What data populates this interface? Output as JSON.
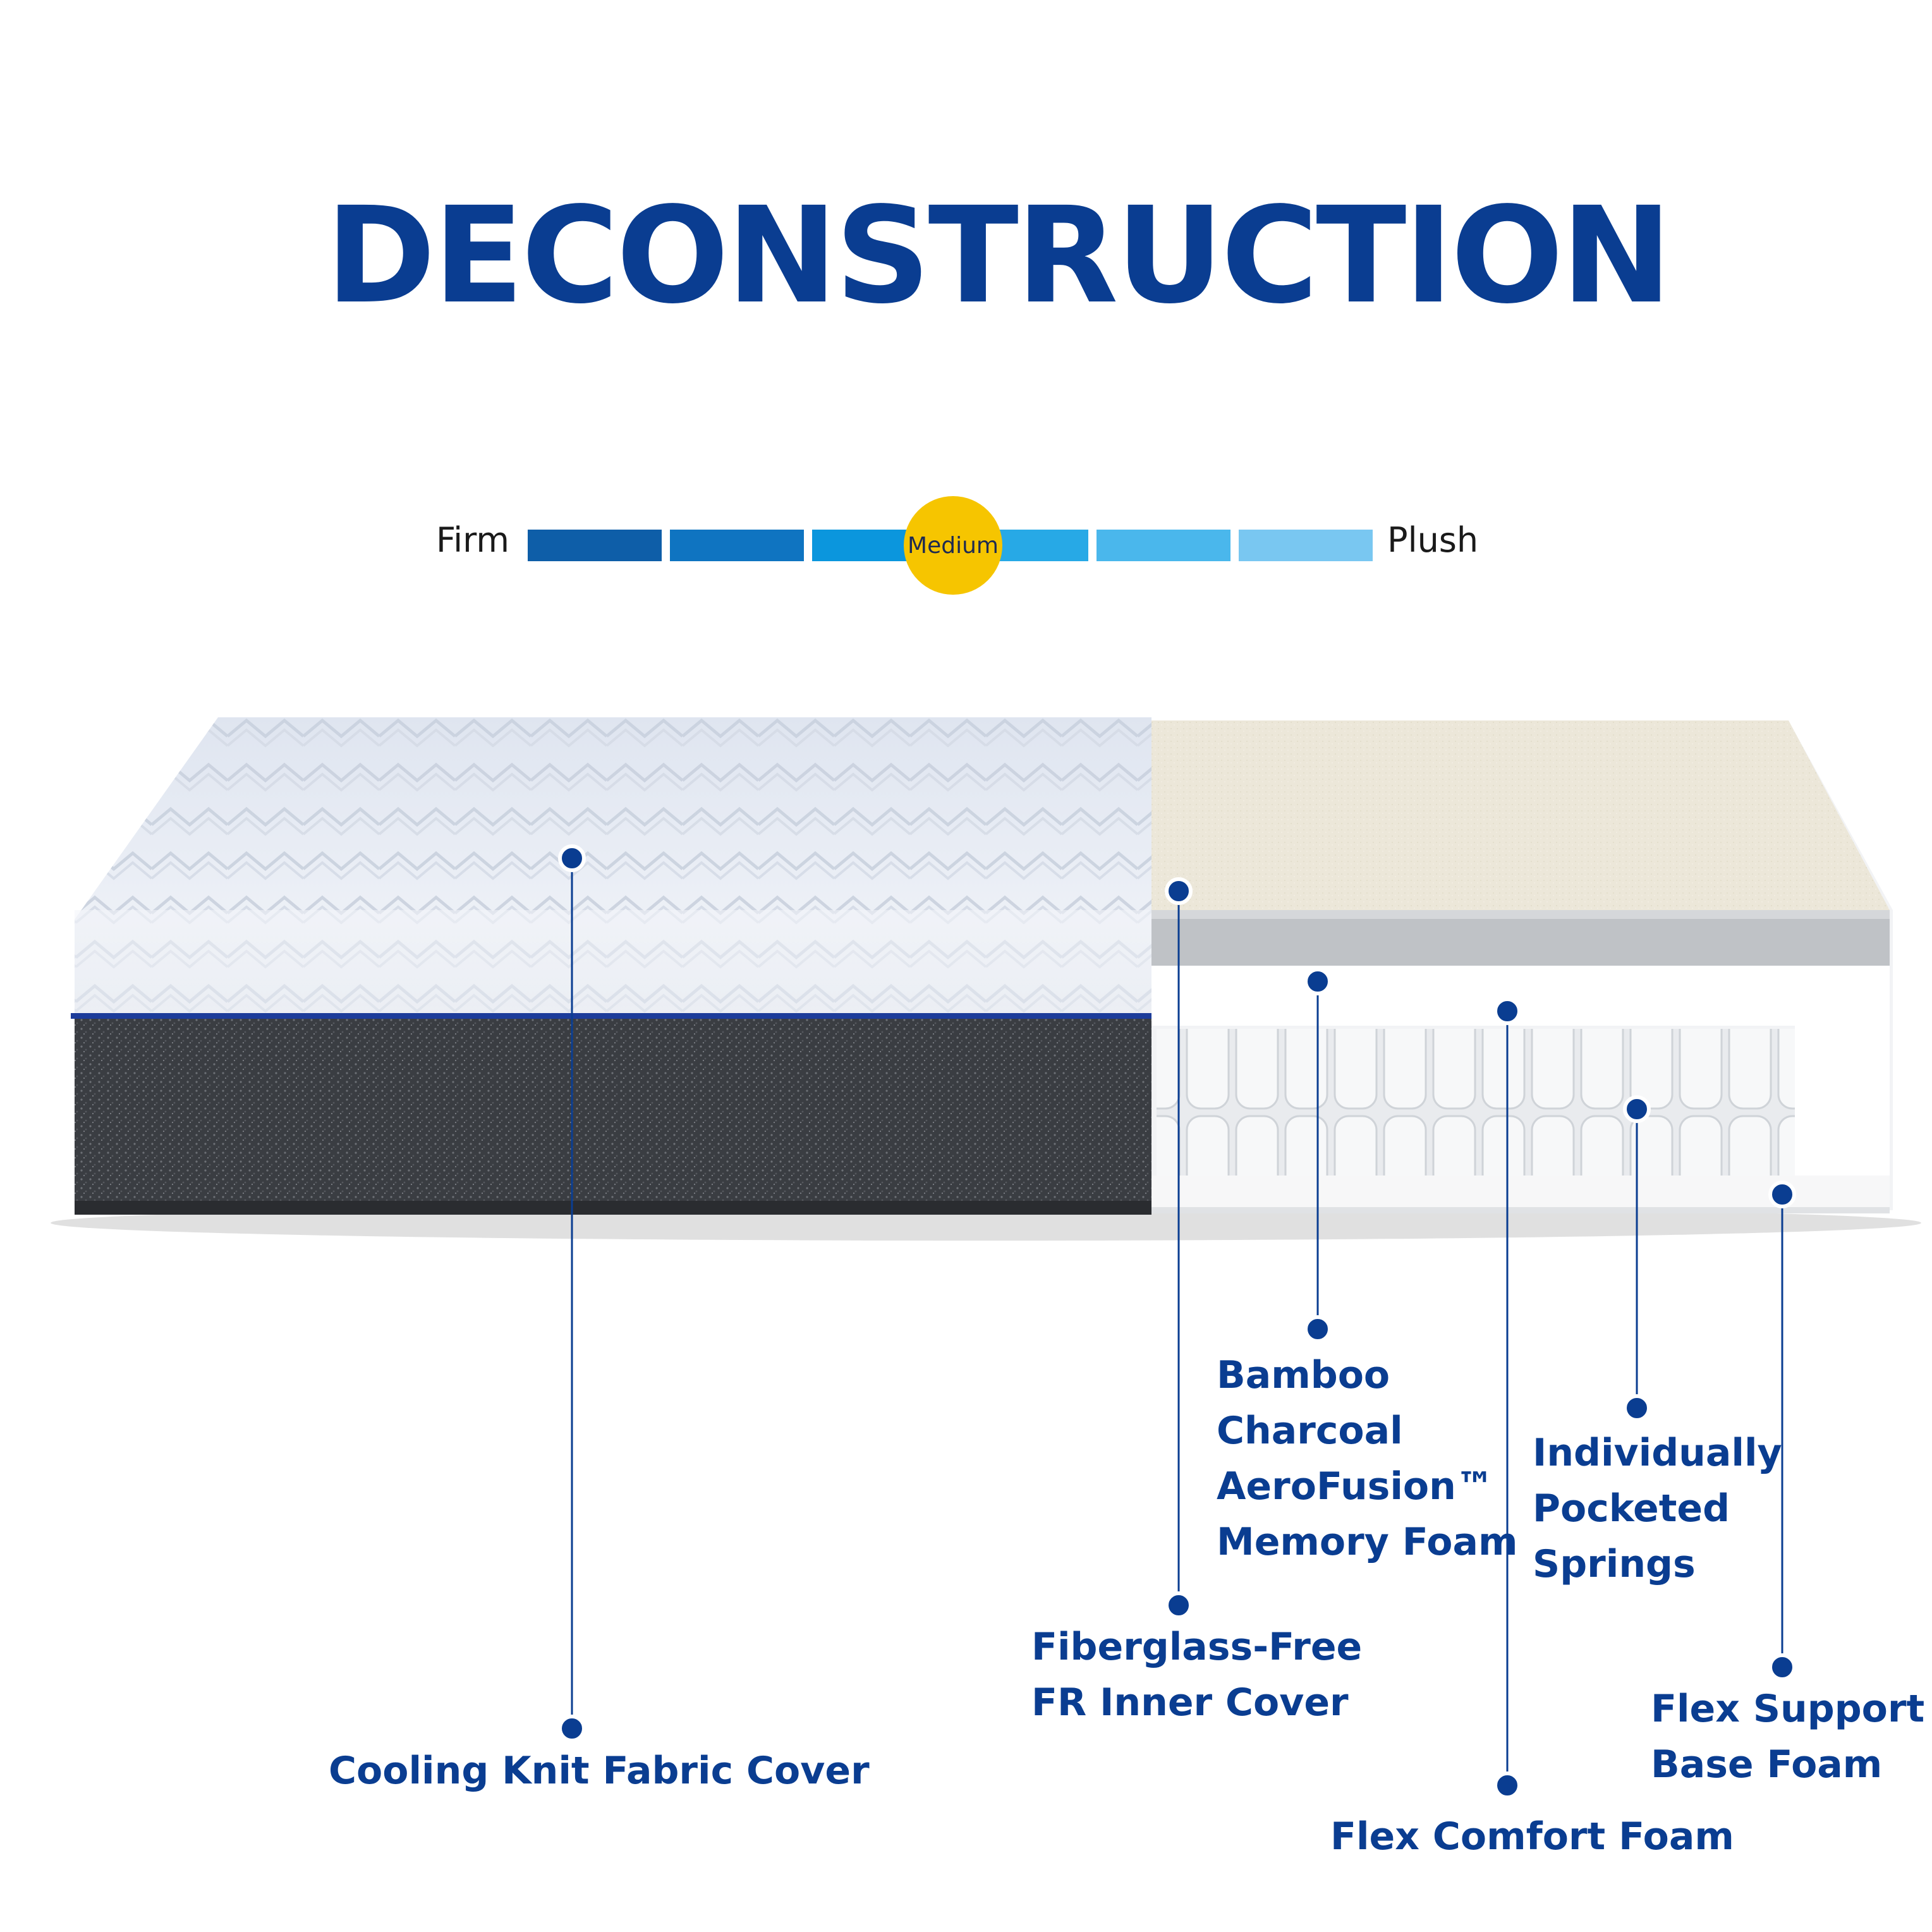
{
  "title": "DECONSTRUCTION",
  "firmness": {
    "left_label": "Firm",
    "right_label": "Plush",
    "selected": "Medium",
    "segments": 6,
    "segment_colors": [
      "#0e5ea8",
      "#0f74c1",
      "#0b96dd",
      "#27a9e6",
      "#4ab7ec",
      "#79c7f1"
    ],
    "marker_color": "#f6c500"
  },
  "callouts": {
    "cover": "Cooling Knit Fabric Cover",
    "inner_cover": "Fiberglass-Free\nFR Inner Cover",
    "memory_foam": "Bamboo\nCharcoal\nAeroFusion™\nMemory Foam",
    "comfort_foam": "Flex Comfort Foam",
    "springs": "Individually\nPocketed\nSprings",
    "base_foam": "Flex Support\nBase Foam"
  },
  "colors": {
    "brand_blue": "#0a3d91",
    "knit_top": "#e9eef6",
    "border_fabric": "#3a3d42",
    "inner_cover": "#ece7d9"
  }
}
